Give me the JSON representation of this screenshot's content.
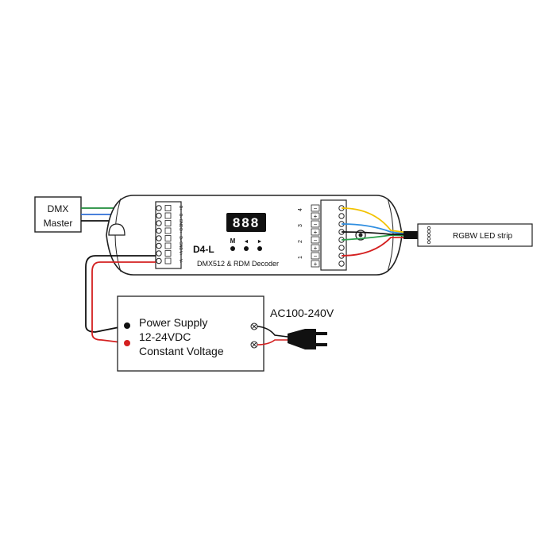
{
  "dmx_master": {
    "line1": "DMX",
    "line2": "Master"
  },
  "decoder": {
    "display": "888",
    "model": "D4-L",
    "subtitle": "DMX512 & RDM Decoder",
    "buttons": [
      "M",
      "◄",
      "►"
    ]
  },
  "channel_numbers": [
    "4",
    "3",
    "2",
    "1"
  ],
  "terminal_signs": [
    "−",
    "+",
    "−",
    "+",
    "−",
    "+",
    "−",
    "+"
  ],
  "left_terminal_labels": [
    "D+",
    "D-",
    "GND",
    "D+",
    "D-",
    "GND",
    "V+",
    "V-"
  ],
  "led_strip": {
    "label": "RGBW LED strip"
  },
  "power_supply": {
    "line1": "Power Supply",
    "line2": "12-24VDC",
    "line3": "Constant Voltage"
  },
  "ac_input": {
    "label": "AC100-240V"
  },
  "wire_colors": {
    "dmx_green": "#1e8c3a",
    "dmx_blue": "#2f6fd6",
    "power_black": "#111111",
    "power_red": "#d42020",
    "ch_yellow": "#f2c200",
    "ch_blue": "#2f8ee0",
    "ch_green": "#2aa04a",
    "ch_red": "#d42020",
    "ac_gray": "#555555"
  }
}
